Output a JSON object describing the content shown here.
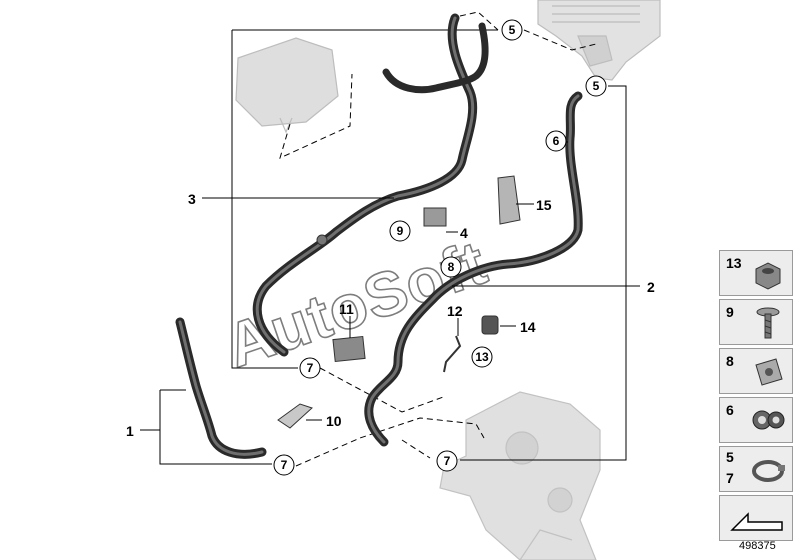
{
  "watermark": "AutoSoft",
  "reference_number": "498375",
  "part_labels": {
    "p1": "1",
    "p2": "2",
    "p3": "3",
    "p4": "4",
    "p10": "10",
    "p11": "11",
    "p12": "12",
    "p14": "14",
    "p15": "15"
  },
  "circle_labels": {
    "c5a": "5",
    "c5b": "5",
    "c6": "6",
    "c9": "9",
    "c8": "8",
    "c13": "13",
    "c7a": "7",
    "c7b": "7",
    "c7c": "7"
  },
  "side_panel": {
    "items": [
      {
        "label": "13",
        "icon": "nut-icon"
      },
      {
        "label": "9",
        "icon": "screw-icon"
      },
      {
        "label": "8",
        "icon": "clip-nut-icon"
      },
      {
        "label": "6",
        "icon": "hose-holder-icon"
      },
      {
        "label": "5",
        "label2": "7",
        "icon": "hose-clamp-icon"
      },
      {
        "label": "",
        "icon": "arrow-icon"
      }
    ]
  },
  "colors": {
    "hose": "#2a2a2a",
    "component": "#d6d6d6",
    "panel_bg": "#ededed",
    "line": "#000000"
  }
}
